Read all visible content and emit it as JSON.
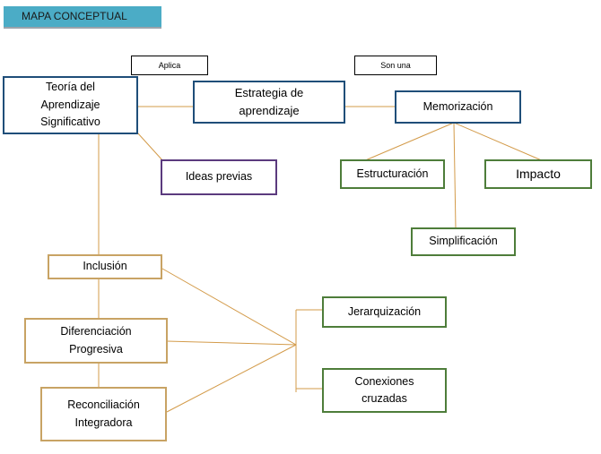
{
  "header": {
    "title": "MAPA CONCEPTUAL"
  },
  "links": {
    "applies": "Aplica",
    "is_a": "Son una"
  },
  "nodes": {
    "theory": "Teoría del\nAprendizaje\nSignificativo",
    "strategy": "Estrategia de\naprendizaje",
    "memorization": "Memorización",
    "prior_ideas": "Ideas previas",
    "structuring": "Estructuración",
    "impact": "Impacto",
    "simplification": "Simplificación",
    "inclusion": "Inclusión",
    "differentiation": "Diferenciación\nProgresiva",
    "reconciliation": "Reconciliación\nIntegradora",
    "hierarchization": "Jerarquización",
    "cross_connections": "Conexiones\ncruzadas"
  },
  "colors": {
    "connector": "#d39b4a",
    "banner": "#4bacc6",
    "blue_border": "#1f4e79",
    "purple_border": "#5b3a7e",
    "green_border": "#4e7d3a",
    "gold_border": "#c8a364"
  }
}
